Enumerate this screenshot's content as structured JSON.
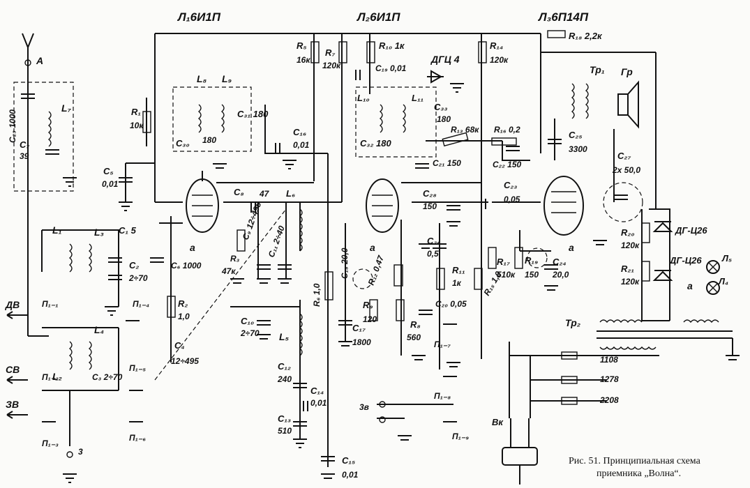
{
  "tubes": [
    "Л₁6И1П",
    "Л₂6И1П",
    "Л₃6П14П"
  ],
  "labels": [
    {
      "id": "antenna-label",
      "text": "А"
    },
    {
      "id": "c23-label",
      "text": "C₂₃ 1000"
    },
    {
      "id": "l7-label",
      "text": "L₇"
    },
    {
      "id": "c7-label",
      "text": "C₇"
    },
    {
      "id": "c7-val",
      "text": "39"
    },
    {
      "id": "r1-label",
      "text": "R₁"
    },
    {
      "id": "r1-val",
      "text": "10к"
    },
    {
      "id": "c5-label",
      "text": "C₅"
    },
    {
      "id": "c5-val",
      "text": "0,01"
    },
    {
      "id": "l8-label",
      "text": "L₈"
    },
    {
      "id": "l9-label",
      "text": "L₉"
    },
    {
      "id": "c31-label",
      "text": "C₃₁ 180"
    },
    {
      "id": "c30-label",
      "text": "C₃₀"
    },
    {
      "id": "c30-val",
      "text": "180"
    },
    {
      "id": "c16-label",
      "text": "C₁₆"
    },
    {
      "id": "c16-val",
      "text": "0,01"
    },
    {
      "id": "r5-label",
      "text": "R₅"
    },
    {
      "id": "r5-val",
      "text": "16к"
    },
    {
      "id": "r7-label",
      "text": "R₇"
    },
    {
      "id": "r7-val",
      "text": "120к"
    },
    {
      "id": "r10-label",
      "text": "R₁₀ 1к"
    },
    {
      "id": "c19-label",
      "text": "C₁₉ 0,01"
    },
    {
      "id": "dgc4-label",
      "text": "ДГЦ 4"
    },
    {
      "id": "r14-label",
      "text": "R₁₄"
    },
    {
      "id": "r14-val",
      "text": "120к"
    },
    {
      "id": "r18-label",
      "text": "R₁₈ 2,2к"
    },
    {
      "id": "tr1-label",
      "text": "Тр₁"
    },
    {
      "id": "gr-label",
      "text": "Гр"
    },
    {
      "id": "l10-label",
      "text": "L₁₀"
    },
    {
      "id": "l11-label",
      "text": "L₁₁"
    },
    {
      "id": "c33-label",
      "text": "C₃₃"
    },
    {
      "id": "c33-val",
      "text": "180"
    },
    {
      "id": "c32-label",
      "text": "C₃₂ 180"
    },
    {
      "id": "r13-label",
      "text": "R₁₃ 68к"
    },
    {
      "id": "r16-label",
      "text": "R₁₆ 0,2"
    },
    {
      "id": "c22-label",
      "text": "C₂₂ 150"
    },
    {
      "id": "c21-label",
      "text": "C₂₁ 150"
    },
    {
      "id": "c25-label",
      "text": "C₂₅"
    },
    {
      "id": "c25-val",
      "text": "3300"
    },
    {
      "id": "c27-label",
      "text": "C₂₇"
    },
    {
      "id": "c27-val",
      "text": "2x 50,0"
    },
    {
      "id": "c8-label",
      "text": "C₈"
    },
    {
      "id": "c8-val",
      "text": "47"
    },
    {
      "id": "l6-label",
      "text": "L₆"
    },
    {
      "id": "c9-label",
      "text": "C₉ 12÷495"
    },
    {
      "id": "r3-label",
      "text": "R₃"
    },
    {
      "id": "r3-val",
      "text": "47к"
    },
    {
      "id": "c11-label",
      "text": "C₁₁ 2÷40"
    },
    {
      "id": "c6-label",
      "text": "C₆ 1000"
    },
    {
      "id": "l1-label",
      "text": "L₁"
    },
    {
      "id": "l3-label",
      "text": "L₃"
    },
    {
      "id": "c1-label",
      "text": "C₁ 5"
    },
    {
      "id": "c2-label",
      "text": "C₂"
    },
    {
      "id": "c2-val",
      "text": "2÷70"
    },
    {
      "id": "r2-label",
      "text": "R₂"
    },
    {
      "id": "r2-val",
      "text": "1,0"
    },
    {
      "id": "c4-label",
      "text": "C₄"
    },
    {
      "id": "c4-val",
      "text": "12÷495"
    },
    {
      "id": "c10-label",
      "text": "C₁₀"
    },
    {
      "id": "c10-val",
      "text": "2÷70"
    },
    {
      "id": "l5-label",
      "text": "L₅"
    },
    {
      "id": "c12-label",
      "text": "C₁₂"
    },
    {
      "id": "c12-val",
      "text": "240"
    },
    {
      "id": "c14-label",
      "text": "C₁₄"
    },
    {
      "id": "c14-val",
      "text": "0,01"
    },
    {
      "id": "c13-label",
      "text": "C₁₃"
    },
    {
      "id": "c13-val",
      "text": "510"
    },
    {
      "id": "c15-label",
      "text": "C₁₅"
    },
    {
      "id": "c15-val",
      "text": "0,01"
    },
    {
      "id": "r6-label",
      "text": "R₆ 1,0"
    },
    {
      "id": "c18-label",
      "text": "C₁₈ 20,0"
    },
    {
      "id": "c17-label",
      "text": "C₁₇"
    },
    {
      "id": "c17-val",
      "text": "1800"
    },
    {
      "id": "r9-label",
      "text": "R₉"
    },
    {
      "id": "r9-val",
      "text": "120"
    },
    {
      "id": "r12-label",
      "text": "R₁₂ 0,47"
    },
    {
      "id": "r8-label",
      "text": "R₈"
    },
    {
      "id": "r8-val",
      "text": "560"
    },
    {
      "id": "c28-label",
      "text": "C₂₈"
    },
    {
      "id": "c28-val",
      "text": "150"
    },
    {
      "id": "c26-label",
      "text": "C₂₆"
    },
    {
      "id": "c26-val",
      "text": "0,5"
    },
    {
      "id": "r11-label",
      "text": "R₁₁"
    },
    {
      "id": "r11-val",
      "text": "1к"
    },
    {
      "id": "c20-label",
      "text": "C₂₀ 0,05"
    },
    {
      "id": "c23b-label",
      "text": "C₂₃"
    },
    {
      "id": "c23b-val",
      "text": "0,05"
    },
    {
      "id": "r17-label",
      "text": "R₁₇"
    },
    {
      "id": "r17-val",
      "text": "510к"
    },
    {
      "id": "r19-label",
      "text": "R₁₉"
    },
    {
      "id": "r19-val",
      "text": "150"
    },
    {
      "id": "c24-label",
      "text": "C₂₄"
    },
    {
      "id": "c24-val",
      "text": "20,0"
    },
    {
      "id": "r15-label",
      "text": "R₁₅ 1,0"
    },
    {
      "id": "r20-label",
      "text": "R₂₀"
    },
    {
      "id": "r20-val",
      "text": "120к"
    },
    {
      "id": "r21-label",
      "text": "R₂₁"
    },
    {
      "id": "r21-val",
      "text": "120к"
    },
    {
      "id": "dg1-label",
      "text": "ДГ-Ц26"
    },
    {
      "id": "dg2-label",
      "text": "ДГ-Ц26"
    },
    {
      "id": "l5b-label",
      "text": "Л₅"
    },
    {
      "id": "l4b-label",
      "text": "Л₄"
    },
    {
      "id": "tr2-label",
      "text": "Тр₂"
    },
    {
      "id": "w1108",
      "text": "1108"
    },
    {
      "id": "w1278",
      "text": "1278"
    },
    {
      "id": "w2208",
      "text": "2208"
    },
    {
      "id": "vk-label",
      "text": "Вк"
    },
    {
      "id": "l2-label",
      "text": "L₂"
    },
    {
      "id": "l4-label",
      "text": "L₄"
    },
    {
      "id": "c3-label",
      "text": "C₃ 2÷70"
    },
    {
      "id": "p11",
      "text": "П₁₋₁"
    },
    {
      "id": "p12",
      "text": "П₁₋₂"
    },
    {
      "id": "p13",
      "text": "П₁₋₃"
    },
    {
      "id": "p14",
      "text": "П₁₋₄"
    },
    {
      "id": "p15",
      "text": "П₁₋₅"
    },
    {
      "id": "p16",
      "text": "П₁₋₆"
    },
    {
      "id": "p17",
      "text": "П₁₋₇"
    },
    {
      "id": "p18",
      "text": "П₁₋₈"
    },
    {
      "id": "p19",
      "text": "П₁₋₉"
    },
    {
      "id": "dv",
      "text": "ДВ"
    },
    {
      "id": "sv",
      "text": "СВ"
    },
    {
      "id": "zv",
      "text": "ЗВ"
    },
    {
      "id": "term3",
      "text": "3"
    },
    {
      "id": "term3v",
      "text": "3в"
    },
    {
      "id": "a1",
      "text": "а"
    },
    {
      "id": "a2",
      "text": "а"
    },
    {
      "id": "a3",
      "text": "а"
    },
    {
      "id": "a4",
      "text": "а"
    }
  ],
  "caption": {
    "line1": "Рис. 51. Принципиальная схема",
    "line2": "приемника „Волна“."
  }
}
